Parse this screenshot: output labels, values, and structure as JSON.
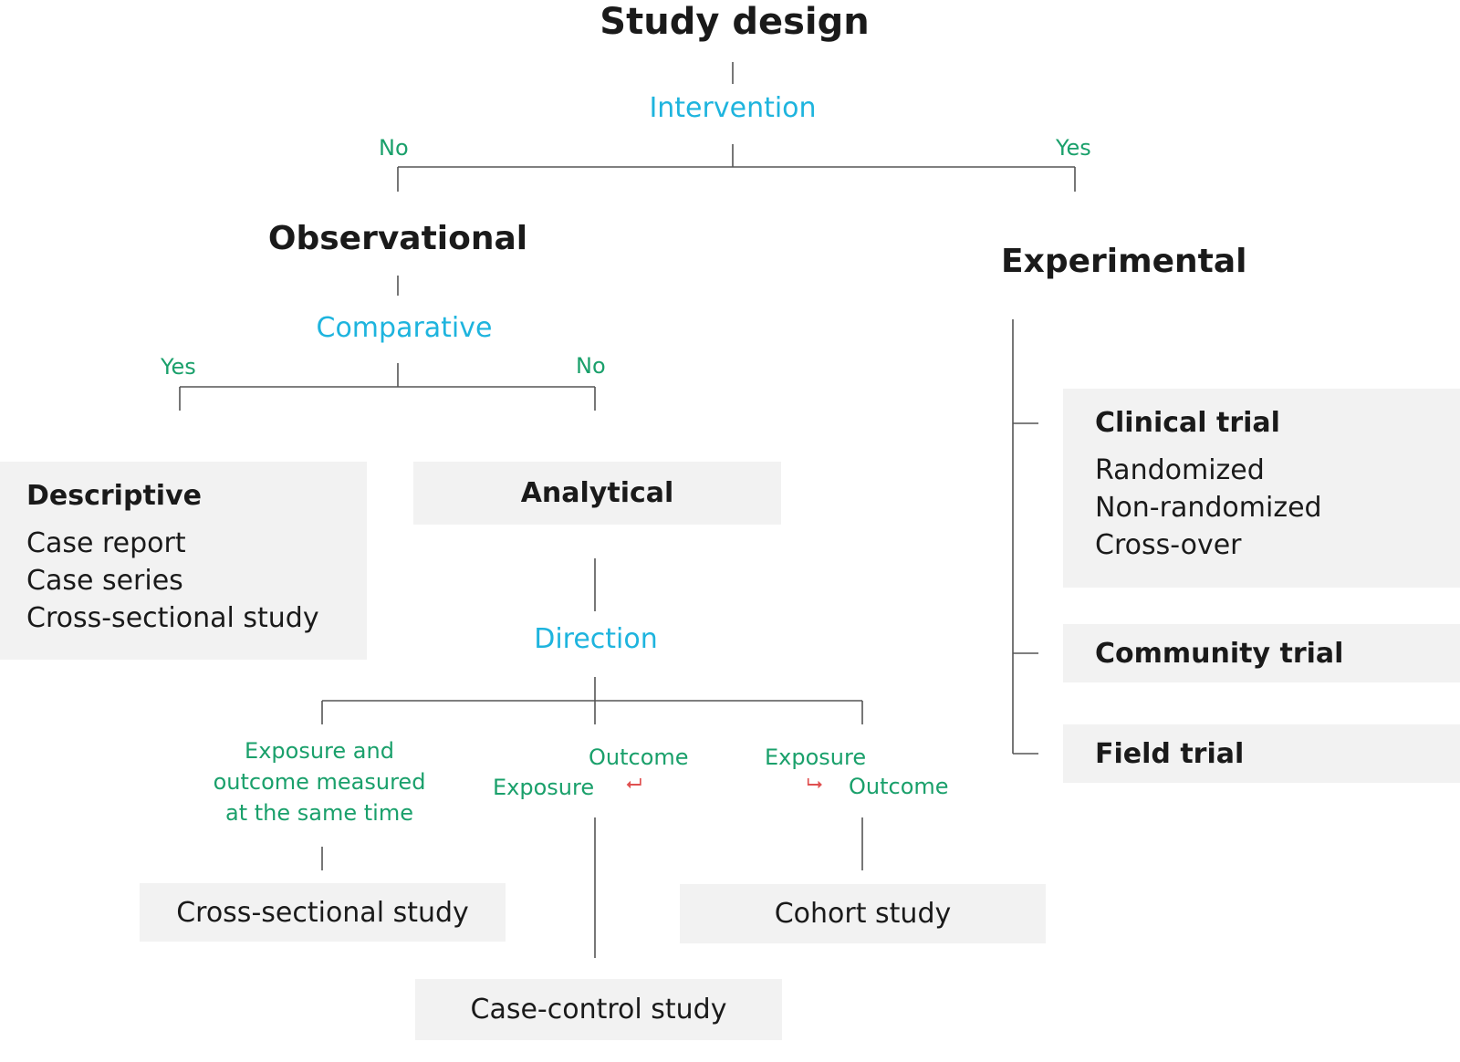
{
  "title": "Study design",
  "root_question": "Intervention",
  "root_answers": {
    "no": "No",
    "yes": "Yes"
  },
  "observational": {
    "title": "Observational",
    "question": "Comparative",
    "answers": {
      "yes": "Yes",
      "no": "No"
    },
    "descriptive": {
      "title": "Descriptive",
      "items": [
        "Case report",
        "Case series",
        "Cross-sectional study"
      ]
    },
    "analytical": {
      "title": "Analytical",
      "question": "Direction",
      "branches": {
        "same_time": {
          "label_lines": [
            "Exposure and",
            "outcome measured",
            "at the same time"
          ],
          "result": "Cross-sectional study"
        },
        "backward": {
          "outcome": "Outcome",
          "exposure": "Exposure",
          "arrow": "⮠",
          "result": "Case-control study"
        },
        "forward": {
          "exposure": "Exposure",
          "outcome": "Outcome",
          "arrow": "⮡",
          "result": "Cohort study"
        }
      }
    }
  },
  "experimental": {
    "title": "Experimental",
    "clinical_trial": {
      "title": "Clinical trial",
      "items": [
        "Randomized",
        "Non-randomized",
        "Cross-over"
      ]
    },
    "community_trial": {
      "title": "Community trial"
    },
    "field_trial": {
      "title": "Field trial"
    }
  },
  "colors": {
    "question": "#1eb4de",
    "answer": "#1aa06b",
    "arrow": "#e05050",
    "line": "#555555",
    "box": "#f2f2f2"
  }
}
